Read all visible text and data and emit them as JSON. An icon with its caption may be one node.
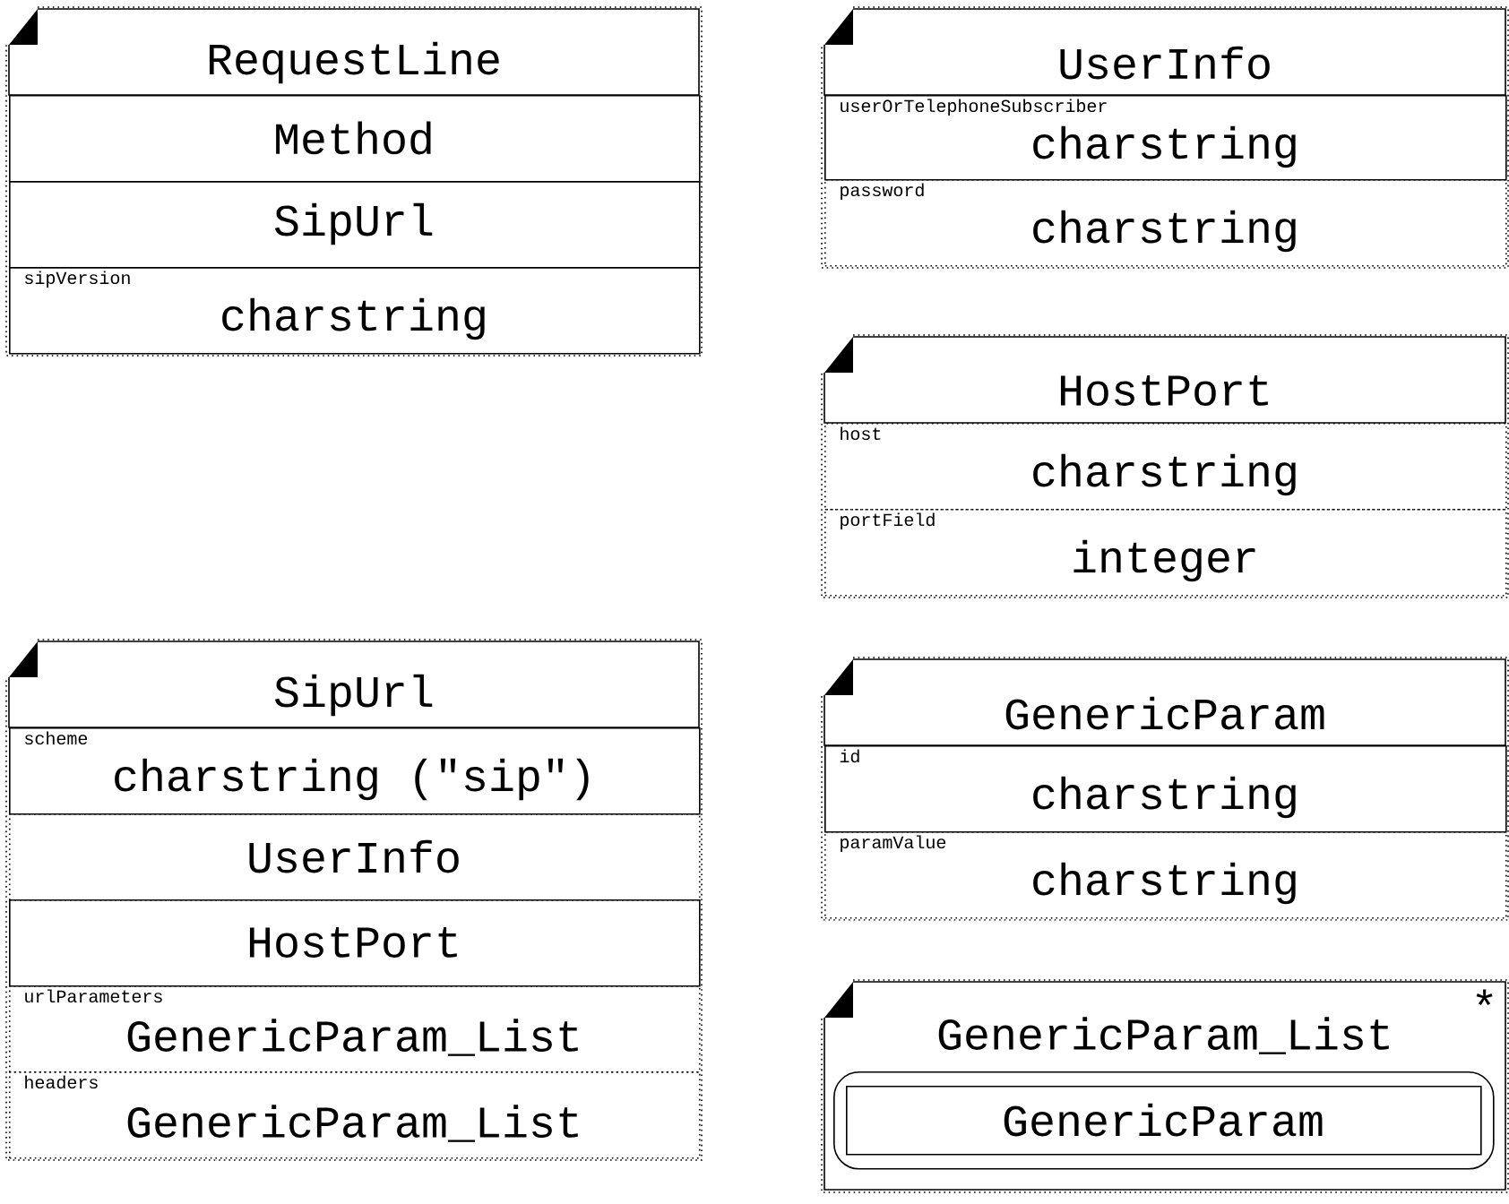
{
  "diagram": {
    "nodes": [
      {
        "text": [
          "RequestLine"
        ]
      },
      {
        "text": [
          "Method"
        ],
        "in": 0
      },
      {
        "text": [
          "SipUrl"
        ],
        "in": 0
      },
      {
        "text": [
          "sipVersion",
          "charstring"
        ],
        "in": 0
      },
      {
        "text": [
          "UserInfo"
        ]
      },
      {
        "text": [
          "userOrTelephoneSubscriber",
          "charstring"
        ],
        "in": 4
      },
      {
        "text": [
          "password",
          "charstring"
        ],
        "in": 4
      },
      {
        "text": [
          "HostPort"
        ]
      },
      {
        "text": [
          "host",
          "charstring"
        ],
        "in": 7
      },
      {
        "text": [
          "portField",
          "integer"
        ],
        "in": 7
      },
      {
        "text": [
          "SipUrl"
        ]
      },
      {
        "text": [
          "scheme",
          "charstring (\"sip\")"
        ],
        "in": 10
      },
      {
        "text": [
          "UserInfo"
        ],
        "in": 10
      },
      {
        "text": [
          "HostPort"
        ],
        "in": 10
      },
      {
        "text": [
          "urlParameters",
          "GenericParam_List"
        ],
        "in": 10
      },
      {
        "text": [
          "headers",
          "GenericParam_List"
        ],
        "in": 10
      },
      {
        "text": [
          "GenericParam"
        ]
      },
      {
        "text": [
          "id",
          "charstring"
        ],
        "in": 16
      },
      {
        "text": [
          "paramValue",
          "charstring"
        ],
        "in": 16
      },
      {
        "text": [
          "GenericParam_List"
        ],
        "beside": [
          "*"
        ]
      },
      {
        "text": [],
        "shape": "box",
        "in": 19
      },
      {
        "text": [
          "GenericParam"
        ],
        "in": 20
      }
    ]
  }
}
